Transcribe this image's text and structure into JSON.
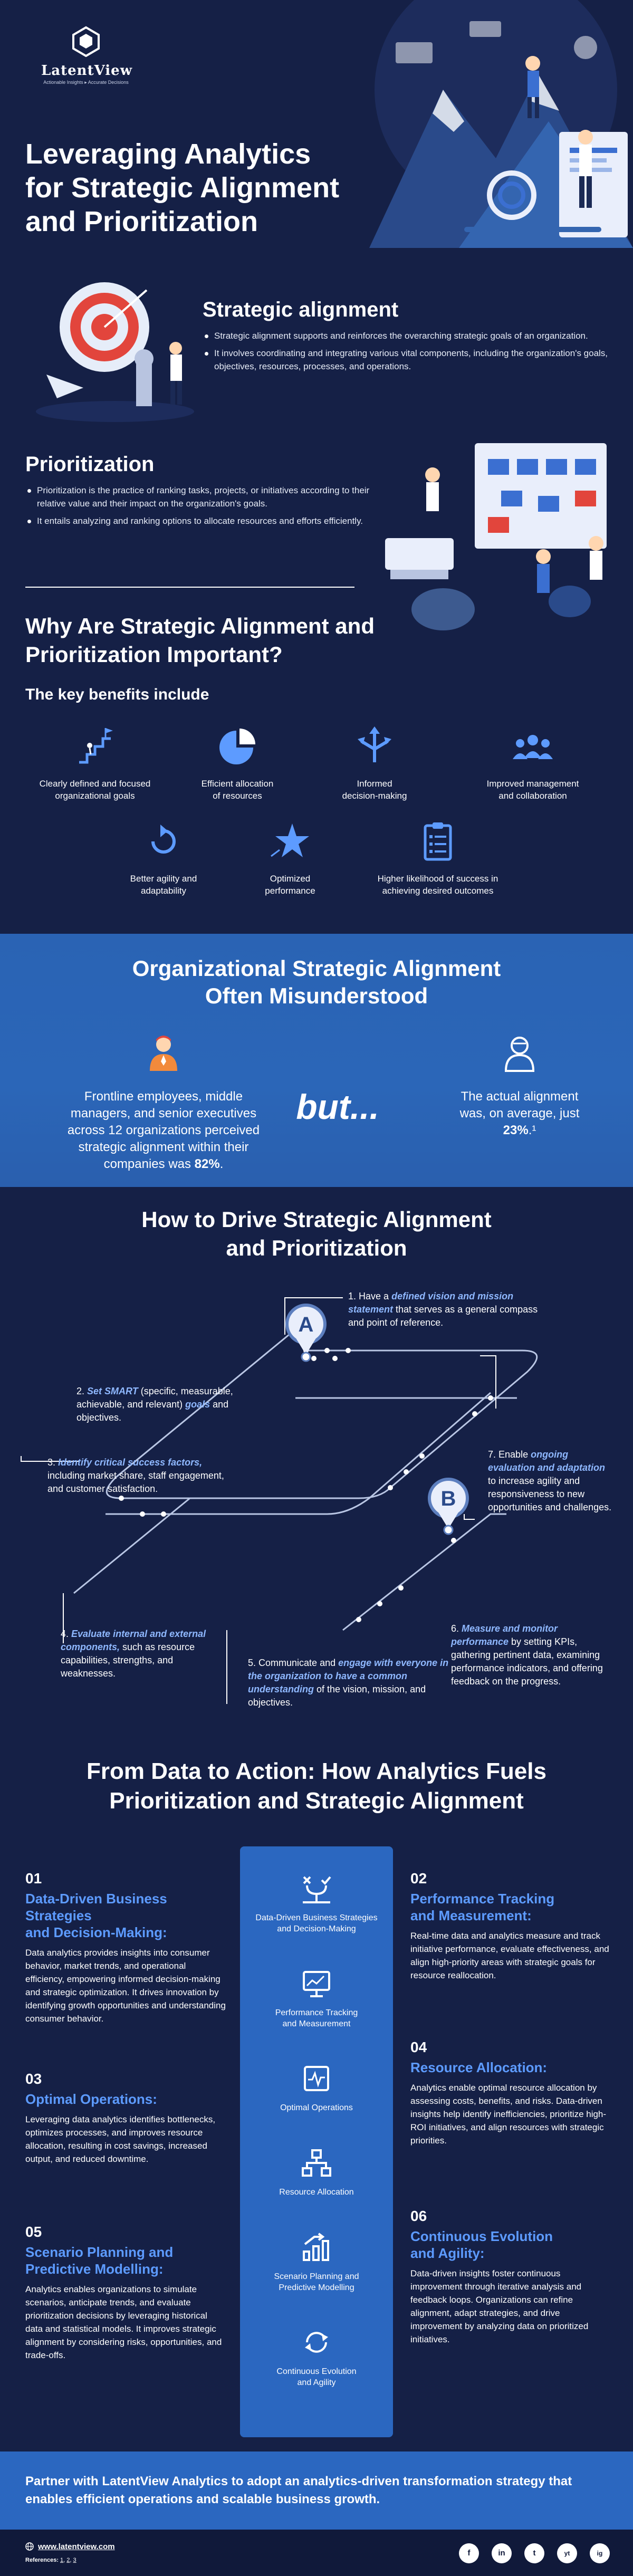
{
  "brand": {
    "name": "LatentView",
    "tagline": "Actionable Insights ▸ Accurate Decisions"
  },
  "hero": {
    "title_line1": "Leveraging Analytics",
    "title_line2": "for Strategic Alignment",
    "title_line3": "and Prioritization"
  },
  "strategic_alignment": {
    "title": "Strategic alignment",
    "bullets": [
      "Strategic alignment supports and reinforces the overarching strategic goals of an organization.",
      "It involves coordinating and integrating various vital components, including the organization's goals, objectives, resources, processes, and operations."
    ]
  },
  "prioritization": {
    "title": "Prioritization",
    "bullets": [
      "Prioritization is the practice of ranking tasks, projects, or initiatives according to their relative value and their impact on the organization's goals.",
      "It entails analyzing and ranking options to allocate resources and efforts efficiently."
    ]
  },
  "why": {
    "title_line1": "Why Are Strategic Alignment and",
    "title_line2": "Prioritization Important?",
    "subtitle": "The key benefits include",
    "benefits": [
      {
        "l1": "Clearly defined and focused",
        "l2": "organizational goals",
        "icon": "stairs-flag-icon"
      },
      {
        "l1": "Efficient allocation",
        "l2": "of resources",
        "icon": "pie-chart-icon"
      },
      {
        "l1": "Informed",
        "l2": "decision-making",
        "icon": "arrows-icon"
      },
      {
        "l1": "Improved management",
        "l2": "and collaboration",
        "icon": "team-icon"
      },
      {
        "l1": "Better agility and",
        "l2": "adaptability",
        "icon": "cycle-icon"
      },
      {
        "l1": "Optimized",
        "l2": "performance",
        "icon": "star-icon"
      },
      {
        "l1": "Higher likelihood of success in",
        "l2": "achieving desired outcomes",
        "icon": "clipboard-icon"
      }
    ]
  },
  "misunderstood": {
    "title_line1": "Organizational Strategic Alignment",
    "title_line2": "Often Misunderstood",
    "left_line1": "Frontline employees, middle",
    "left_line2": "managers, and senior executives",
    "left_line3": "across 12 organizations perceived",
    "left_line4": "strategic alignment within their",
    "left_line5_pre": "companies was ",
    "left_value": "82%",
    "left_line5_post": ".",
    "but": "but...",
    "right_line1": "The actual alignment",
    "right_line2_pre": "was, on average, just",
    "right_value": "23%",
    "right_sup": ".¹"
  },
  "how": {
    "title_line1": "How to Drive Strategic Alignment",
    "title_line2": "and Prioritization",
    "marker_a": "A",
    "marker_b": "B",
    "steps": [
      {
        "n": "1.",
        "pre": "Have a ",
        "hl": "defined vision and mission statement",
        "post": " that serves as a general compass and point of reference."
      },
      {
        "n": "2.",
        "pre": "",
        "hl": "Set SMART",
        "post_a": " (specific, measurable, achievable, and relevant) ",
        "hl2": "goals",
        "post": " and objectives."
      },
      {
        "n": "3.",
        "pre": "",
        "hl": "Identify critical success factors,",
        "post": " including market share, staff engagement, and customer satisfaction."
      },
      {
        "n": "4.",
        "pre": "",
        "hl": "Evaluate internal and external components,",
        "post": " such as resource capabilities, strengths, and weaknesses."
      },
      {
        "n": "5.",
        "pre": "Communicate and ",
        "hl": "engage with everyone in the organization to have a common understanding",
        "post": " of the vision, mission, and objectives."
      },
      {
        "n": "6.",
        "pre": "",
        "hl": "Measure and monitor performance",
        "post": " by setting KPIs, gathering pertinent data, examining performance indicators, and offering feedback on the progress."
      },
      {
        "n": "7.",
        "pre": "Enable ",
        "hl": "ongoing evaluation and adaptation",
        "post": " to increase agility and responsiveness to new opportunities and challenges."
      }
    ]
  },
  "data_to_action": {
    "title_line1": "From Data to Action: How Analytics Fuels",
    "title_line2": "Prioritization and Strategic Alignment",
    "center_items": [
      {
        "l1": "Data-Driven Business Strategies",
        "l2": "and Decision-Making",
        "icon": "decision-check-icon"
      },
      {
        "l1": "Performance Tracking",
        "l2": "and Measurement",
        "icon": "monitor-chart-icon"
      },
      {
        "l1": "Optimal Operations",
        "l2": "",
        "icon": "pulse-chart-icon"
      },
      {
        "l1": "Resource Allocation",
        "l2": "",
        "icon": "network-icon"
      },
      {
        "l1": "Scenario Planning and",
        "l2": "Predictive Modelling",
        "icon": "bar-growth-icon"
      },
      {
        "l1": "Continuous Evolution",
        "l2": "and Agility",
        "icon": "refresh-cycle-icon"
      }
    ],
    "cards": [
      {
        "num": "01",
        "h1": "Data-Driven Business Strategies",
        "h2": "and Decision-Making:",
        "body": "Data analytics provides insights into consumer behavior, market trends, and operational efficiency, empowering informed decision-making and strategic optimization. It drives innovation by identifying growth opportunities and understanding consumer behavior."
      },
      {
        "num": "02",
        "h1": "Performance Tracking",
        "h2": "and Measurement:",
        "body": "Real-time data and analytics measure and track initiative performance, evaluate effectiveness, and align high-priority areas with strategic goals for resource reallocation."
      },
      {
        "num": "03",
        "h1": "Optimal Operations:",
        "h2": "",
        "body": "Leveraging data analytics identifies bottlenecks, optimizes processes, and improves resource allocation, resulting in cost savings, increased output, and reduced downtime."
      },
      {
        "num": "04",
        "h1": "Resource Allocation:",
        "h2": "",
        "body": "Analytics enable optimal resource allocation by assessing costs, benefits, and risks. Data-driven insights help identify inefficiencies, prioritize high-ROI initiatives, and align resources with strategic priorities."
      },
      {
        "num": "05",
        "h1": "Scenario Planning and",
        "h2": "Predictive Modelling:",
        "body": "Analytics enables organizations to simulate scenarios, anticipate trends, and evaluate prioritization decisions by leveraging historical data and statistical models. It improves strategic alignment by considering risks, opportunities, and trade-offs."
      },
      {
        "num": "06",
        "h1": "Continuous Evolution",
        "h2": "and Agility:",
        "body": "Data-driven insights foster continuous improvement through iterative analysis and feedback loops. Organizations can refine alignment, adapt strategies, and drive improvement by analyzing data on prioritized initiatives."
      }
    ]
  },
  "partner": {
    "text": "Partner with LatentView Analytics to adopt an analytics-driven transformation strategy that enables efficient operations and scalable business growth."
  },
  "footer": {
    "url": "www.latentview.com",
    "refs_label": "References:",
    "refs": [
      "1",
      "2",
      "3"
    ],
    "social": [
      "f",
      "in",
      "t",
      "yt",
      "ig"
    ]
  },
  "colors": {
    "background": "#152046",
    "panel_blue": "#2b67c0",
    "highlight": "#8fb8ff",
    "card_heading": "#5d9bff"
  }
}
